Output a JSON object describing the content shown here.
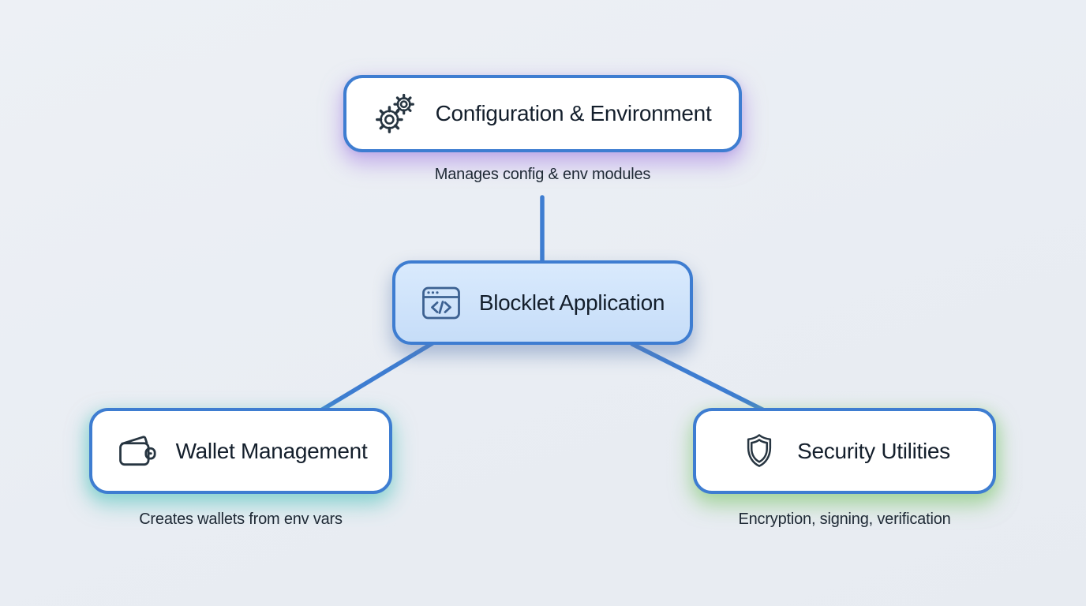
{
  "diagram": {
    "type": "flowchart",
    "nodes": {
      "config": {
        "label": "Configuration & Environment",
        "caption": "Manages config & env modules",
        "icon": "gears-icon",
        "glow_color": "#a67ee3"
      },
      "app": {
        "label": "Blocklet Application",
        "icon": "code-window-icon",
        "fill": "#cfe3fa"
      },
      "wallet": {
        "label": "Wallet Management",
        "caption": "Creates wallets from env vars",
        "icon": "wallet-icon",
        "glow_color": "#50c4bc"
      },
      "security": {
        "label": "Security Utilities",
        "caption": "Encryption, signing, verification",
        "icon": "shield-icon",
        "glow_color": "#7dc66e"
      }
    },
    "edges": [
      {
        "from": "config",
        "to": "app"
      },
      {
        "from": "app",
        "to": "wallet"
      },
      {
        "from": "app",
        "to": "security"
      }
    ],
    "colors": {
      "background": "#eaeef4",
      "accent_border": "#3e7dd1",
      "node_fill": "#ffffff",
      "title_text": "#141f2c",
      "caption_text": "#1e2935",
      "icon_dark": "#273541",
      "icon_blue": "#3c6191"
    }
  }
}
